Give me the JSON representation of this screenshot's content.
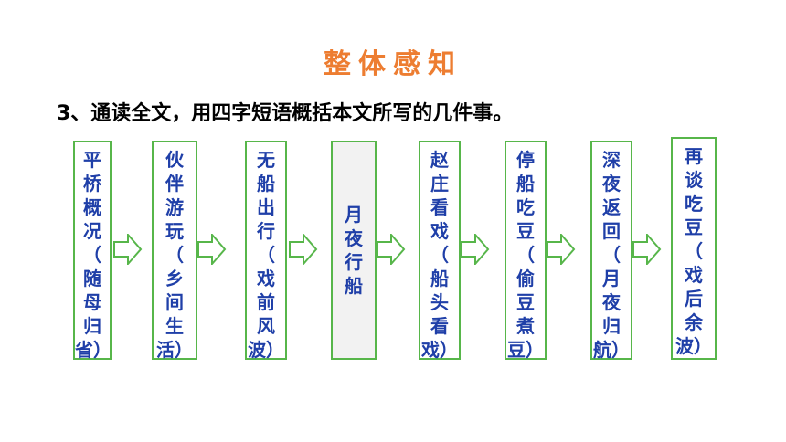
{
  "title": "整体感知",
  "question": "3、通读全文，用四字短语概括本文所写的几件事。",
  "boxes": [
    {
      "text": "平\n桥\n概\n况\n（\n随\n母\n归\n省）"
    },
    {
      "text": "伙\n伴\n游\n玩\n（\n乡\n间\n生\n活）"
    },
    {
      "text": "无\n船\n出\n行\n（\n戏\n前\n风\n波）"
    },
    {
      "text": "月\n夜\n行\n船"
    },
    {
      "text": "赵\n庄\n看\n戏\n（\n船\n头\n看\n戏）"
    },
    {
      "text": "停\n船\n吃\n豆\n（\n偷\n豆\n煮\n豆）"
    },
    {
      "text": "深\n夜\n返\n回\n（\n月\n夜\n归\n航）"
    },
    {
      "text": "再\n谈\n吃\n豆\n（\n戏\n后\n余\n波）"
    }
  ],
  "colors": {
    "title": "#ED7D31",
    "box_text": "#1F3FA8",
    "border": "#57B64A"
  }
}
